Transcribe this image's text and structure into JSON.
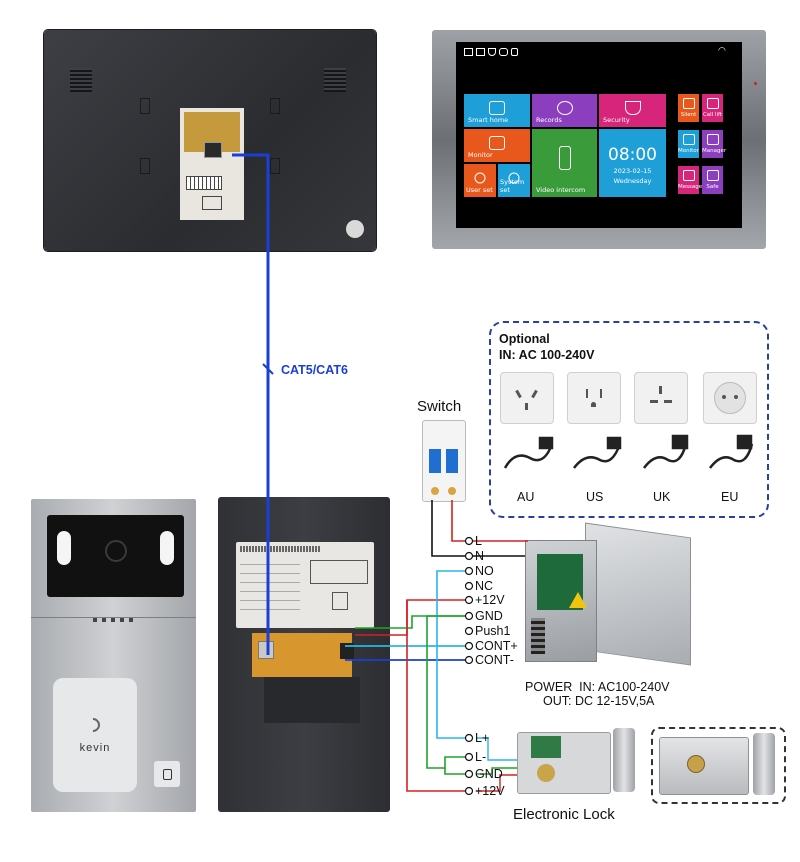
{
  "monitor_screen": {
    "tiles": [
      {
        "label": "Smart home",
        "color": "#1e9fd8"
      },
      {
        "label": "Records",
        "color": "#8b3fbf"
      },
      {
        "label": "Security",
        "color": "#d6257a"
      },
      {
        "label": "Monitor",
        "color": "#e8581c"
      },
      {
        "label": "Video intercom",
        "color": "#3a9b3a"
      },
      {
        "label": "User set",
        "color": "#e8581c"
      },
      {
        "label": "System set",
        "color": "#1e9fd8"
      }
    ],
    "clock": {
      "time": "08:00",
      "date": "2023-02-15",
      "day": "Wednesday",
      "color": "#1e9fd8"
    },
    "side_tiles": [
      {
        "label": "Silent",
        "color": "#e8581c"
      },
      {
        "label": "Call lift",
        "color": "#d6257a"
      },
      {
        "label": "Monitor",
        "color": "#1e9fd8"
      },
      {
        "label": "Manager",
        "color": "#8b3fbf"
      },
      {
        "label": "Message",
        "color": "#d6257a"
      },
      {
        "label": "Safe",
        "color": "#8b3fbf"
      }
    ]
  },
  "cable": {
    "label": "CAT5/CAT6",
    "color": "#1a3fd6"
  },
  "switch": {
    "label": "Switch",
    "terminals": [
      "L",
      "N"
    ]
  },
  "optional": {
    "title": "Optional",
    "input": "IN: AC 100-240V",
    "plugs": [
      "AU",
      "US",
      "UK",
      "EU"
    ]
  },
  "power": {
    "terminals": [
      "NO",
      "NC",
      "+12V",
      "GND",
      "Push1",
      "CONT+",
      "CONT-"
    ],
    "caption_in": "POWER  IN: AC100-240V",
    "caption_out": "OUT: DC 12-15V,5A"
  },
  "lock": {
    "terminals": [
      "L+",
      "L-",
      "GND",
      "+12V"
    ],
    "label": "Electronic Lock"
  },
  "panel": {
    "brand": "kevin"
  },
  "wire_colors": {
    "black": "#111111",
    "red": "#d62020",
    "green": "#1fa32a",
    "cyan": "#29b6e8"
  }
}
